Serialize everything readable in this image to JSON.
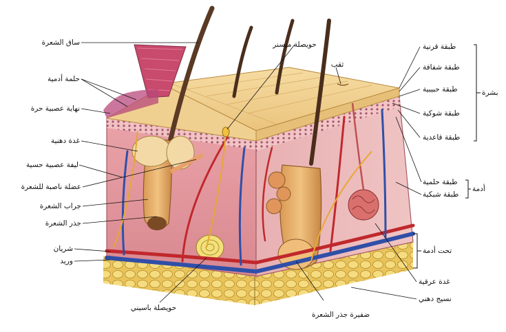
{
  "labels_left": [
    {
      "id": "hair-shaft",
      "text": "ساق الشعرة"
    },
    {
      "id": "dermal-papilla",
      "text": "حلمة أدمية"
    },
    {
      "id": "free-nerve-ending",
      "text": "نهاية عصبية حرة"
    },
    {
      "id": "sebaceous-gland",
      "text": "غدة دهنية"
    },
    {
      "id": "sensory-nerve-fiber",
      "text": "ليفة عصبية حسية"
    },
    {
      "id": "arrector-pili",
      "text": "عضلة ناصبة للشعرة"
    },
    {
      "id": "hair-follicle",
      "text": "جراب الشعرة"
    },
    {
      "id": "hair-root",
      "text": "جذر الشعرة"
    },
    {
      "id": "artery",
      "text": "شريان"
    },
    {
      "id": "vein",
      "text": "وريد"
    }
  ],
  "labels_top": [
    {
      "id": "meissner",
      "text": "حويصلة ميسنر"
    },
    {
      "id": "pore",
      "text": "ثقب"
    }
  ],
  "labels_bottom": [
    {
      "id": "pacinian",
      "text": "حويصلة باسيني"
    },
    {
      "id": "hair-root-plexus",
      "text": "ضفيرة جذر الشعرة"
    },
    {
      "id": "adipose",
      "text": "نسيج دهني"
    },
    {
      "id": "sweat-gland",
      "text": "غدة عرقية"
    }
  ],
  "labels_right": [
    {
      "id": "stratum-corneum",
      "text": "طبقة قرنية"
    },
    {
      "id": "stratum-lucidum",
      "text": "طبقة شفافة"
    },
    {
      "id": "stratum-granulosum",
      "text": "طبقة حبيبية"
    },
    {
      "id": "stratum-spinosum",
      "text": "طبقة شوكية"
    },
    {
      "id": "stratum-basale",
      "text": "طبقة قاعدية"
    },
    {
      "id": "papillary-layer",
      "text": "طبقة حلمية"
    },
    {
      "id": "reticular-layer",
      "text": "طبقة شبكية"
    }
  ],
  "groups": [
    {
      "id": "epidermis",
      "text": "بشرة"
    },
    {
      "id": "dermis",
      "text": "أدمة"
    },
    {
      "id": "hypodermis",
      "text": "تحت أدمة"
    }
  ]
}
